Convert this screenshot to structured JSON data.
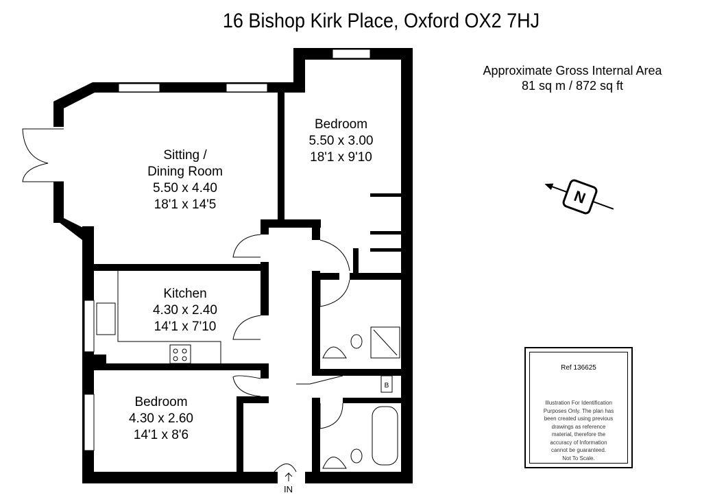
{
  "title": "16 Bishop Kirk Place, Oxford OX2 7HJ",
  "area": {
    "line1": "Approximate Gross Internal Area",
    "line2": "81 sq m / 872 sq ft"
  },
  "rooms": [
    {
      "name": "Sitting /",
      "name2": "Dining Room",
      "metric": "5.50 x 4.40",
      "imperial": "18'1 x 14'5"
    },
    {
      "name": "Bedroom",
      "metric": "5.50 x 3.00",
      "imperial": "18'1 x 9'10"
    },
    {
      "name": "Kitchen",
      "metric": "4.30 x 2.40",
      "imperial": "14'1 x 7'10"
    },
    {
      "name": "Bedroom",
      "metric": "4.30 x 2.60",
      "imperial": "14'1 x 8'6"
    }
  ],
  "boiler_label": "B",
  "compass_label": "N",
  "entrance_label": "IN",
  "ref": {
    "label": "Ref  136625",
    "disclaimer": [
      "Illustration For Identification",
      "Purposes Only. The plan has",
      "been created using previous",
      "drawings as reference",
      "material, therefore the",
      "accuracy of Information",
      "cannot be guaranteed.",
      "Not To Scale."
    ]
  }
}
